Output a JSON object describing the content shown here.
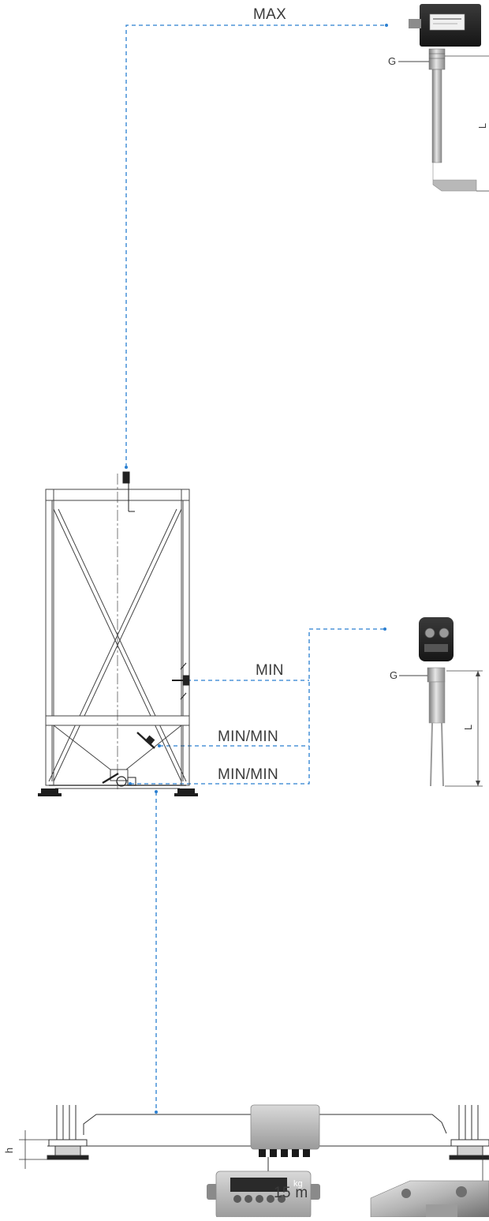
{
  "labels": {
    "max": "MAX",
    "min": "MIN",
    "min_min_1": "MIN/MIN",
    "min_min_2": "MIN/MIN",
    "g_top": "G",
    "l_top": "L",
    "g_mid": "G",
    "l_mid": "L",
    "h": "h",
    "cable_length": "15 m",
    "indicator_unit": "kg"
  },
  "colors": {
    "leader": "#2a7fd1",
    "line": "#444444",
    "text": "#3a3a3a"
  }
}
